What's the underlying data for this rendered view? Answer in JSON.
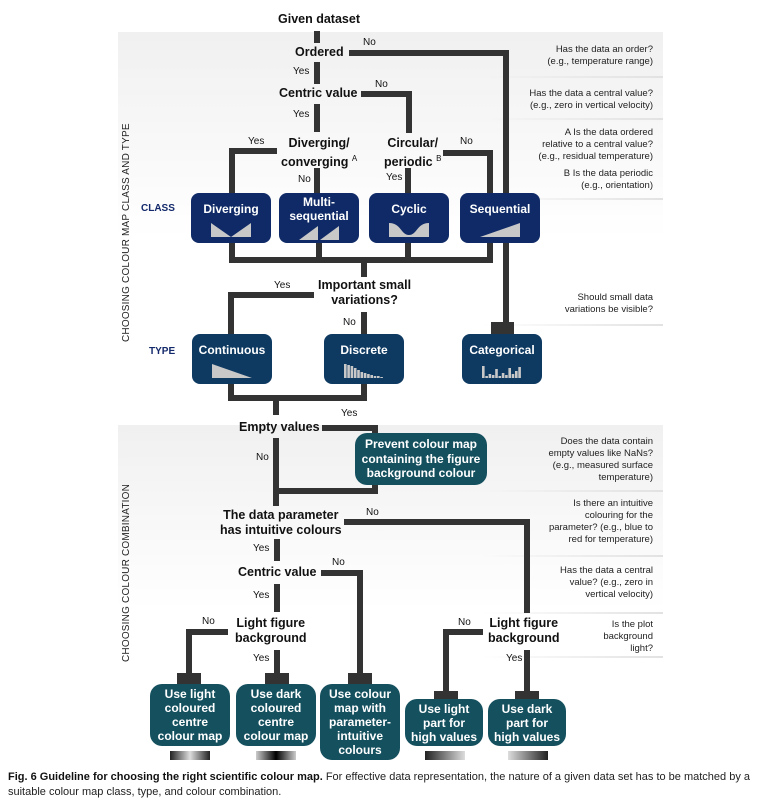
{
  "flowchart": {
    "start": "Given dataset",
    "section1_label": "CHOOSING COLOUR MAP CLASS AND TYPE",
    "section2_label": "CHOOSING COLOUR COMBINATION",
    "class_label": "CLASS",
    "type_label": "TYPE",
    "nodes": {
      "ordered": "Ordered",
      "centric_value": "Centric value",
      "diverging_line1": "Diverging/",
      "diverging_line2": "converging",
      "diverging_sup": "A",
      "circular_line1": "Circular/",
      "circular_line2": "periodic",
      "circular_sup": "B",
      "important_line1": "Important small",
      "important_line2": "variations?",
      "empty_values": "Empty values",
      "intuitive_line1": "The data parameter",
      "intuitive_line2": "has intuitive colours",
      "centric_value_2": "Centric value",
      "light_bg_line1": "Light figure",
      "light_bg_line2": "background",
      "light_bg2_line1": "Light figure",
      "light_bg2_line2": "background"
    },
    "edges": {
      "yes": "Yes",
      "no": "No"
    },
    "classes": [
      {
        "label_line1": "Diverging",
        "label_line2": "",
        "glyph": "diverging-glyph"
      },
      {
        "label_line1": "Multi-",
        "label_line2": "sequential",
        "glyph": "multi-sequential-glyph"
      },
      {
        "label_line1": "Cyclic",
        "label_line2": "",
        "glyph": "cyclic-glyph"
      },
      {
        "label_line1": "Sequential",
        "label_line2": "",
        "glyph": "sequential-glyph"
      }
    ],
    "types": [
      {
        "label": "Continuous",
        "glyph": "continuous-glyph"
      },
      {
        "label": "Discrete",
        "glyph": "discrete-glyph"
      },
      {
        "label": "Categorical",
        "glyph": "categorical-glyph"
      }
    ],
    "prevent_box": [
      "Prevent colour map",
      "containing the figure",
      "background colour"
    ],
    "outcomes": [
      {
        "lines": [
          "Use light",
          "coloured",
          "centre",
          "colour map"
        ],
        "bar": "light-centre-gradient"
      },
      {
        "lines": [
          "Use dark",
          "coloured",
          "centre",
          "colour map"
        ],
        "bar": "dark-centre-gradient"
      },
      {
        "lines": [
          "Use colour",
          "map with",
          "parameter-",
          "intuitive",
          "colours"
        ],
        "bar": ""
      },
      {
        "lines": [
          "Use light",
          "part for",
          "high values"
        ],
        "bar": "dark-to-light-gradient"
      },
      {
        "lines": [
          "Use dark",
          "part for",
          "high values"
        ],
        "bar": "light-to-dark-gradient"
      }
    ],
    "questions": [
      {
        "lines": [
          "Has the data an order?",
          "(e.g., temperature range)"
        ]
      },
      {
        "lines": [
          "Has the data a central value?",
          "(e.g., zero in vertical velocity)"
        ]
      },
      {
        "lines": [
          "A Is the data ordered",
          "relative to a central value?",
          "(e.g., residual temperature)"
        ]
      },
      {
        "lines": [
          "B Is the data periodic",
          "(e.g., orientation)"
        ]
      },
      {
        "lines": [
          "Should small data",
          "variations be visible?"
        ]
      },
      {
        "lines": [
          "Does the data contain",
          "empty values like NaNs?",
          "(e.g., measured surface",
          "temperature)"
        ]
      },
      {
        "lines": [
          "Is there an intuitive",
          "colouring for the",
          "parameter? (e.g., blue to",
          "red for temperature)"
        ]
      },
      {
        "lines": [
          "Has the data a central",
          "value? (e.g., zero in",
          "vertical velocity)"
        ]
      },
      {
        "lines": [
          "Is the plot",
          "background",
          "light?"
        ]
      }
    ],
    "colors": {
      "class_box": "#0f2a66",
      "type_box": "#0e3a62",
      "combination_box": "#15505f",
      "connector": "#333333",
      "section_label": "#13296b"
    }
  },
  "caption": {
    "bold": "Fig. 6 Guideline for choosing the right scientific colour map.",
    "text": " For effective data representation, the nature of a given data set has to be matched by a suitable colour map class, type, and colour combination."
  }
}
